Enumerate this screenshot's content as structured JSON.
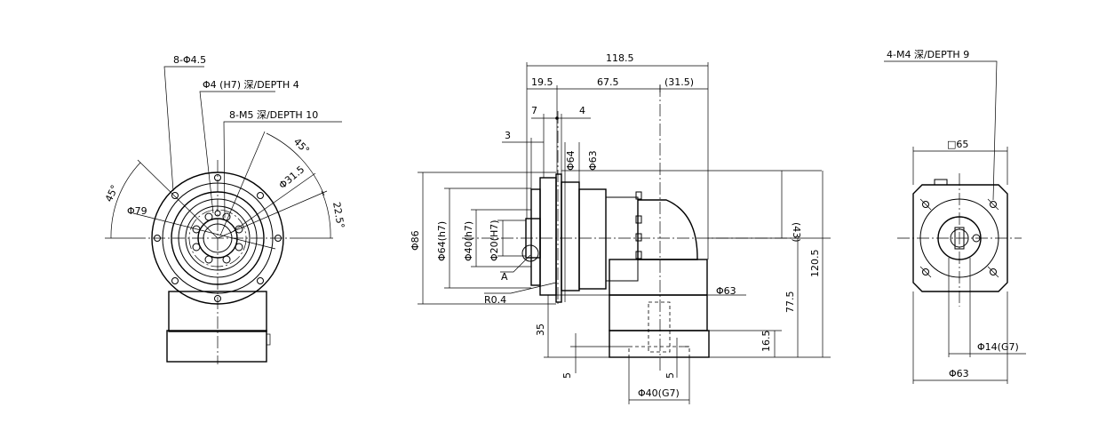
{
  "left_view": {
    "holes_outer": "8-Φ4.5",
    "pin_hole": "Φ4 (H7) 深/DEPTH 4",
    "tap_holes": "8-M5 深/DEPTH 10",
    "angle_45_left": "45°",
    "angle_45_right": "45°",
    "angle_22_5": "22.5°",
    "pcd_79": "Φ79",
    "pcd_31_5": "Φ31.5"
  },
  "center_view": {
    "len_total": "118.5",
    "len_19_5": "19.5",
    "len_67_5": "67.5",
    "len_31_5": "(31.5)",
    "len_7": "7",
    "len_4": "4",
    "len_3": "3",
    "dia_64": "Φ64",
    "dia_63_top": "Φ63",
    "dia_86": "Φ86",
    "dia_64_h7": "Φ64(h7)",
    "dia_40_h7": "Φ40(h7)",
    "dia_20_h7": "Φ20(H7)",
    "label_a": "A",
    "radius_r04": "R0.4",
    "dia_63_side": "Φ63",
    "dim_43": "(43)",
    "dim_120_5": "120.5",
    "dim_77_5": "77.5",
    "dim_35": "35",
    "dim_16_5": "16.5",
    "dim_5_left": "5",
    "dim_5_right": "5",
    "dia_40_g7": "Φ40(G7)"
  },
  "right_view": {
    "tap_holes": "4-M4 深/DEPTH 9",
    "square_65": "□65",
    "dia_14_g7": "Φ14(G7)",
    "dia_63": "Φ63"
  }
}
